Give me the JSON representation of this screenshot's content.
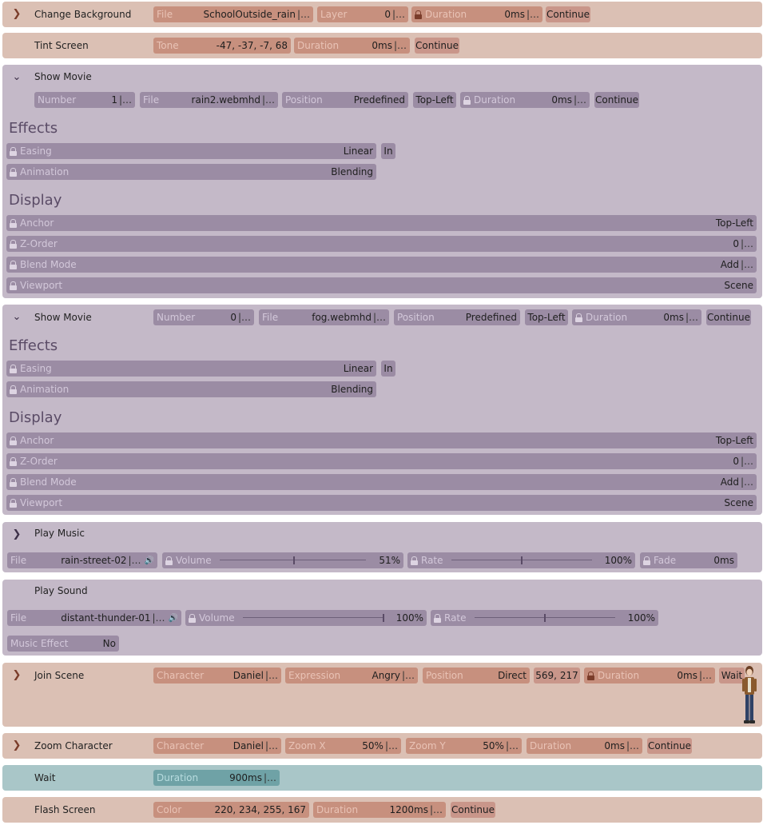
{
  "sep": "|…",
  "ellipsis": "…",
  "change_background": {
    "title": "Change Background",
    "file_label": "File",
    "file_value": "SchoolOutside_rain",
    "layer_label": "Layer",
    "layer_value": "0",
    "duration_label": "Duration",
    "duration_value": "0ms",
    "continue": "Continue"
  },
  "tint_screen": {
    "title": "Tint Screen",
    "tone_label": "Tone",
    "tone_value": "-47, -37, -7, 68",
    "duration_label": "Duration",
    "duration_value": "0ms",
    "continue": "Continue"
  },
  "show_movie_1": {
    "title": "Show Movie",
    "number_label": "Number",
    "number_value": "1",
    "file_label": "File",
    "file_value": "rain2.webmhd",
    "position_label": "Position",
    "position_value": "Predefined",
    "position_preset": "Top-Left",
    "duration_label": "Duration",
    "duration_value": "0ms",
    "continue": "Continue",
    "effects_heading": "Effects",
    "easing_label": "Easing",
    "easing_value": "Linear",
    "easing_mode": "In",
    "animation_label": "Animation",
    "animation_value": "Blending",
    "display_heading": "Display",
    "anchor_label": "Anchor",
    "anchor_value": "Top-Left",
    "zorder_label": "Z-Order",
    "zorder_value": "0",
    "blend_label": "Blend Mode",
    "blend_value": "Add",
    "viewport_label": "Viewport",
    "viewport_value": "Scene"
  },
  "show_movie_2": {
    "title": "Show Movie",
    "number_label": "Number",
    "number_value": "0",
    "file_label": "File",
    "file_value": "fog.webmhd",
    "position_label": "Position",
    "position_value": "Predefined",
    "position_preset": "Top-Left",
    "duration_label": "Duration",
    "duration_value": "0ms",
    "continue": "Continue",
    "effects_heading": "Effects",
    "easing_label": "Easing",
    "easing_value": "Linear",
    "easing_mode": "In",
    "animation_label": "Animation",
    "animation_value": "Blending",
    "display_heading": "Display",
    "anchor_label": "Anchor",
    "anchor_value": "Top-Left",
    "zorder_label": "Z-Order",
    "zorder_value": "0",
    "blend_label": "Blend Mode",
    "blend_value": "Add",
    "viewport_label": "Viewport",
    "viewport_value": "Scene"
  },
  "play_music": {
    "title": "Play Music",
    "file_label": "File",
    "file_value": "rain-street-02",
    "volume_label": "Volume",
    "volume_value": "51%",
    "volume_level": 0.51,
    "rate_label": "Rate",
    "rate_value": "100%",
    "rate_level": 0.5,
    "fade_label": "Fade",
    "fade_value": "0ms"
  },
  "play_sound": {
    "title": "Play Sound",
    "file_label": "File",
    "file_value": "distant-thunder-01",
    "volume_label": "Volume",
    "volume_value": "100%",
    "volume_level": 1.0,
    "rate_label": "Rate",
    "rate_value": "100%",
    "rate_level": 0.5,
    "music_effect_label": "Music Effect",
    "music_effect_value": "No"
  },
  "join_scene": {
    "title": "Join Scene",
    "character_label": "Character",
    "character_value": "Daniel",
    "expression_label": "Expression",
    "expression_value": "Angry",
    "position_label": "Position",
    "position_value": "Direct",
    "coords": "569, 217",
    "duration_label": "Duration",
    "duration_value": "0ms",
    "wait": "Wait"
  },
  "zoom_character": {
    "title": "Zoom Character",
    "character_label": "Character",
    "character_value": "Daniel",
    "zoomx_label": "Zoom X",
    "zoomx_value": "50%",
    "zoomy_label": "Zoom Y",
    "zoomy_value": "50%",
    "duration_label": "Duration",
    "duration_value": "0ms",
    "continue": "Continue"
  },
  "wait": {
    "title": "Wait",
    "duration_label": "Duration",
    "duration_value": "900ms"
  },
  "flash_screen": {
    "title": "Flash Screen",
    "color_label": "Color",
    "color_value": "220, 234, 255, 167",
    "duration_label": "Duration",
    "duration_value": "1200ms",
    "continue": "Continue"
  },
  "colors": {
    "salmon_block": "#dbc0b4",
    "lavender_block": "#c4b9c8",
    "teal_block": "#a9c6c8"
  }
}
